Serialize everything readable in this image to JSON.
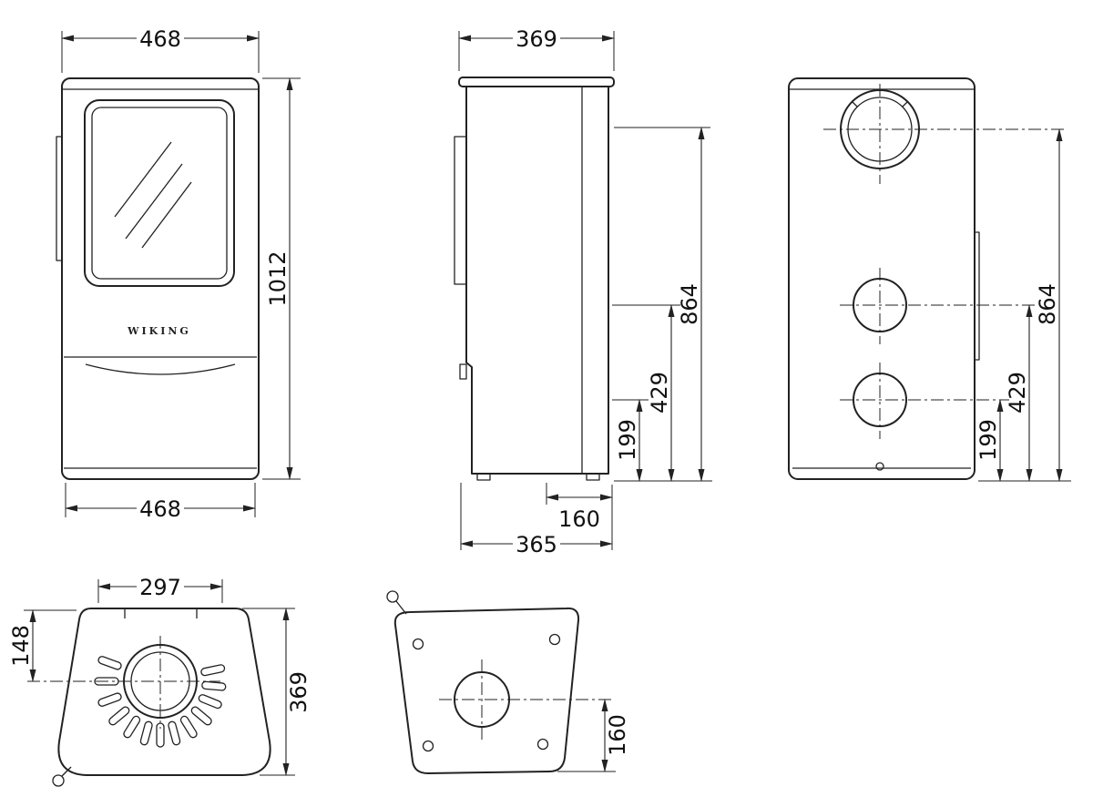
{
  "drawing": {
    "brand": "WIKING",
    "views": {
      "front": {
        "width_top": "468",
        "height": "1012",
        "width_bottom": "468"
      },
      "side": {
        "depth_top": "369",
        "height_flue_top": "864",
        "height_flue_mid": "429",
        "height_flue_low": "199",
        "flue_to_back": "160",
        "depth_bottom": "365"
      },
      "back": {
        "height_flue_top": "864",
        "height_flue_mid": "429",
        "height_flue_low": "199"
      },
      "top": {
        "collar_width": "297",
        "collar_offset": "148",
        "depth": "369"
      },
      "bottom": {
        "outlet_to_front": "160"
      }
    }
  }
}
